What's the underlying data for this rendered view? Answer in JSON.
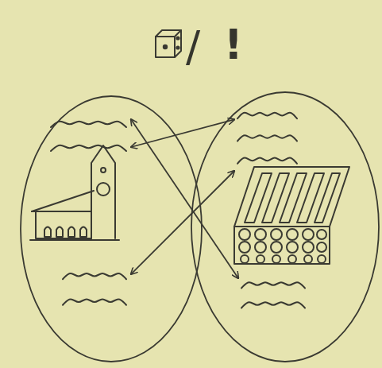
{
  "diagram": {
    "nodes": [
      {
        "text": []
      },
      {
        "text": []
      },
      {
        "text": [],
        "in": 0
      },
      {
        "text": [],
        "in": 0
      },
      {
        "text": [],
        "in": 1
      },
      {
        "text": [],
        "in": 1
      }
    ],
    "edges": [
      {
        "from": 2,
        "to": 4,
        "arrow": "both"
      },
      {
        "from": 2,
        "to": 5,
        "arrow": "both"
      },
      {
        "from": 3,
        "to": 4,
        "arrow": "both"
      }
    ],
    "labels": [
      "/",
      "!"
    ]
  }
}
